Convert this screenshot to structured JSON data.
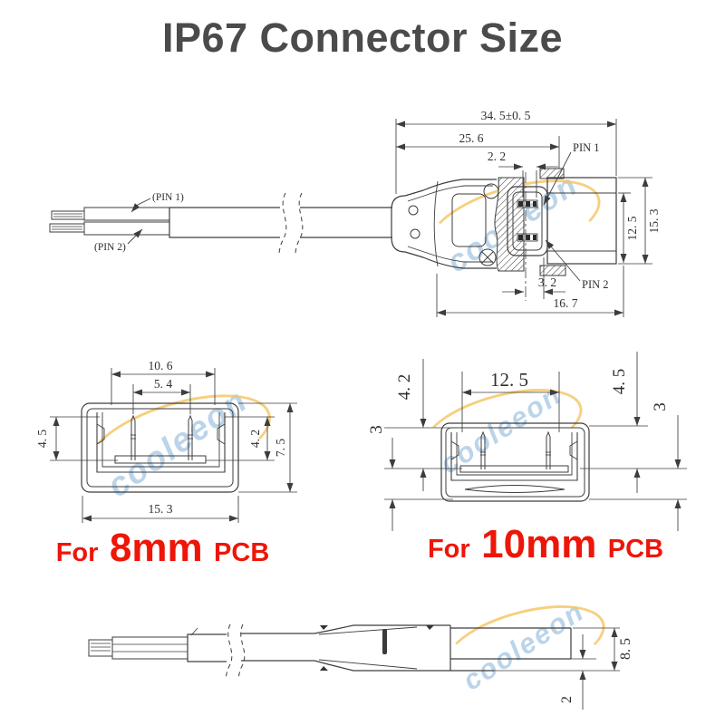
{
  "title": "IP67 Connector Size",
  "watermark": {
    "text": "cooleeon"
  },
  "colors": {
    "accent_red": "#ee1509",
    "title_gray": "#4b4b4b",
    "line": "#3d3d3d",
    "watermark_blue": "#b4d0e8",
    "watermark_yellow": "#f4bd4e"
  },
  "side_view": {
    "dim_overall": "34. 5±0. 5",
    "dim_body": "25. 6",
    "dim_pin_gap": "2. 2",
    "dim_pin_offset": "3. 2",
    "dim_plug_length": "16. 7",
    "dim_inner_height": "12. 5",
    "dim_outer_height": "15. 3",
    "label_pin1": "PIN 1",
    "label_pin2": "PIN 2",
    "wire_pin1": "(PIN 1)",
    "wire_pin2": "(PIN 2)"
  },
  "front_view_8mm": {
    "dim_opening_width": "10. 6",
    "dim_pin_pitch": "5. 4",
    "dim_left_height": "4. 5",
    "dim_cavity_height": "4. 2",
    "dim_total_height": "7. 5",
    "dim_total_width": "15. 3",
    "caption_prefix": "For",
    "caption_size": "8mm",
    "caption_suffix": "PCB"
  },
  "front_view_10mm": {
    "dim_opening_width": "12. 5",
    "dim_left_height": "4. 2",
    "dim_left_skirt": "3",
    "dim_right_height": "4. 5",
    "dim_right_skirt": "3",
    "caption_prefix": "For",
    "caption_size": "10mm",
    "caption_suffix": "PCB"
  },
  "bottom_view": {
    "dim_height": "8. 5",
    "dim_lip": "2"
  }
}
